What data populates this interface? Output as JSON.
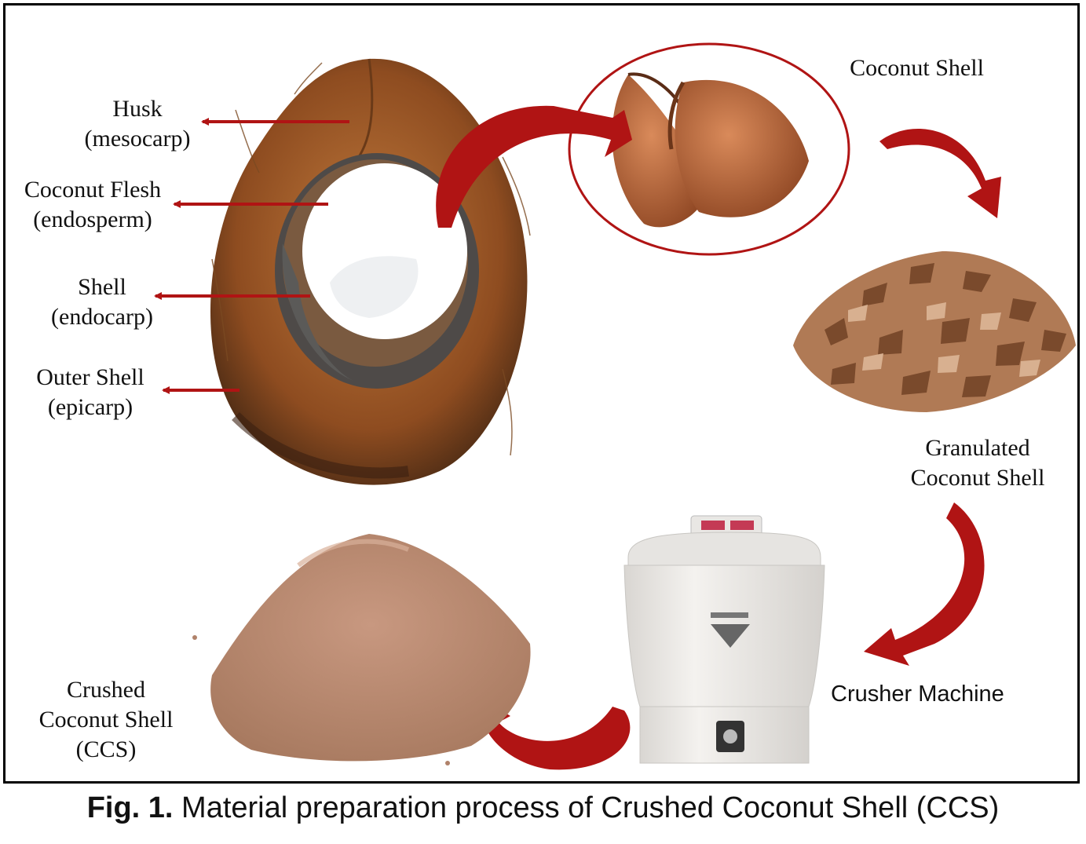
{
  "labels": {
    "husk": [
      "Husk",
      "(mesocarp)"
    ],
    "flesh": [
      "Coconut Flesh",
      "(endosperm)"
    ],
    "shell": [
      "Shell",
      "(endocarp)"
    ],
    "outer_shell": [
      "Outer Shell",
      "(epicarp)"
    ],
    "coconut_shell": "Coconut Shell",
    "granulated": [
      "Granulated",
      "Coconut Shell"
    ],
    "crusher": "Crusher Machine",
    "crushed": [
      "Crushed",
      "Coconut Shell",
      "(CCS)"
    ]
  },
  "caption": {
    "prefix": "Fig. 1.",
    "text": " Material preparation process of Crushed Coconut Shell (CCS)"
  },
  "colors": {
    "arrow": "#b01414",
    "husk": "#9a5526",
    "shell_half": "#b9643a",
    "flesh": "#ffffff",
    "granule": "#8a5a3c",
    "powder": "#b98a70",
    "machine": "#f0eeeb"
  }
}
